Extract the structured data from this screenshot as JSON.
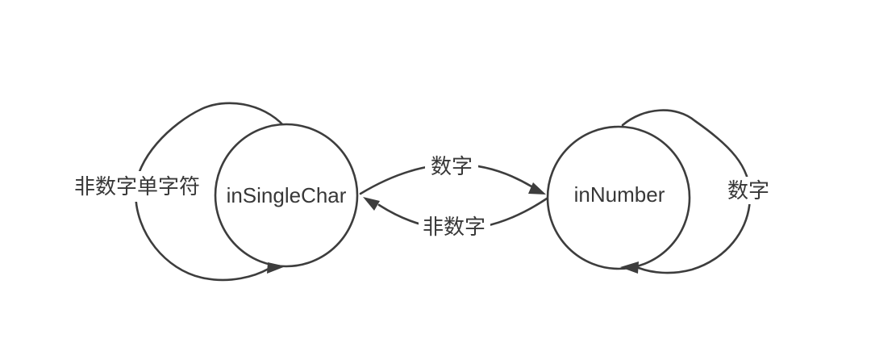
{
  "diagram": {
    "type": "state-machine",
    "background_color": "#ffffff",
    "stroke_color": "#3d3d3d",
    "text_color": "#383838",
    "states": [
      {
        "id": "inSingleChar",
        "label": "inSingleChar"
      },
      {
        "id": "inNumber",
        "label": "inNumber"
      }
    ],
    "transitions": [
      {
        "from": "inSingleChar",
        "to": "inNumber",
        "label": "数字",
        "kind": "between"
      },
      {
        "from": "inNumber",
        "to": "inSingleChar",
        "label": "非数字",
        "kind": "between"
      },
      {
        "from": "inSingleChar",
        "to": "inSingleChar",
        "label": "非数字单字符",
        "kind": "self-loop"
      },
      {
        "from": "inNumber",
        "to": "inNumber",
        "label": "数字",
        "kind": "self-loop"
      }
    ]
  }
}
